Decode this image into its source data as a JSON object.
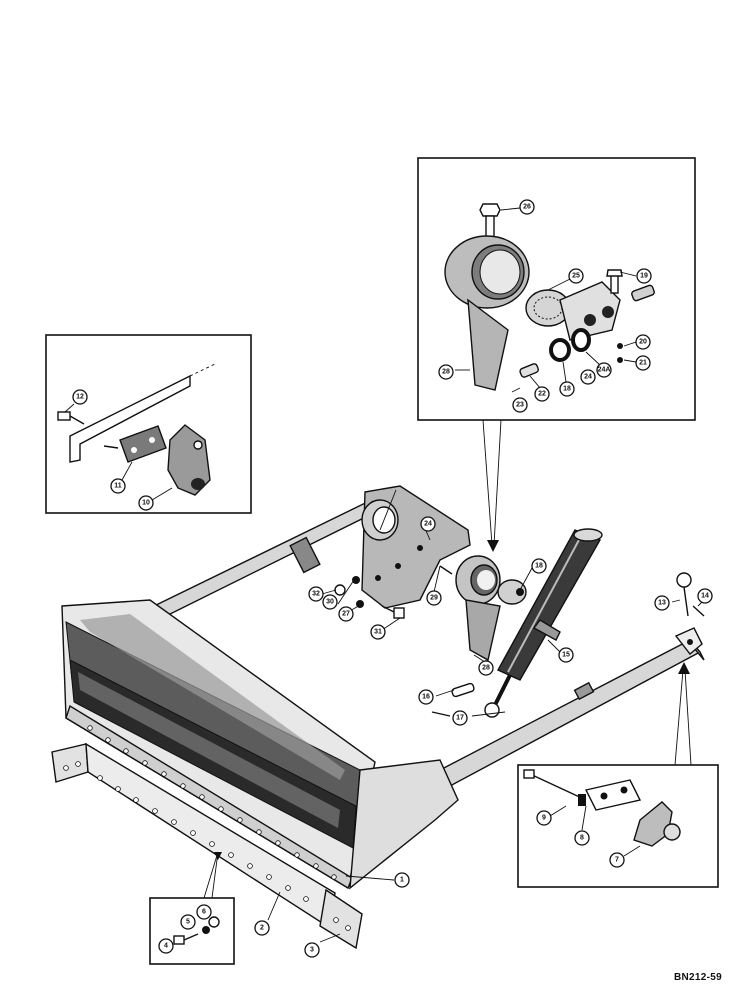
{
  "figure_code": "BN212-59",
  "callouts": {
    "blade_assembly": "1",
    "cutting_edge": "2",
    "end_bit": "3",
    "edge_bolt": "4",
    "edge_lockwasher": "5",
    "edge_nut": "6",
    "hitch_bracket_right": "7",
    "hitch_lockwasher": "8",
    "hitch_bolt": "9",
    "hitch_bracket_left": "10",
    "hitch_plate_left": "11",
    "hitch_bolt_left": "12",
    "hitch_pin": "13",
    "lynch_pin": "14",
    "cylinder": "15",
    "cylinder_pin": "16",
    "cotter_pin": "17",
    "ball_joint": "18",
    "trunnion_bolt": "19",
    "trunnion_washer": "20",
    "trunnion_nut": "21",
    "trunnion_pin": "22",
    "pin_cotter": "23",
    "washer_24": "24",
    "washer_24a": "24A",
    "bearing": "25",
    "clamp_bolt": "26",
    "frame_lockwasher": "27",
    "trunnion_support": "28",
    "frame_bolt_a": "29",
    "frame_washer": "30",
    "frame_bolt_b": "31",
    "frame_nut": "32"
  }
}
